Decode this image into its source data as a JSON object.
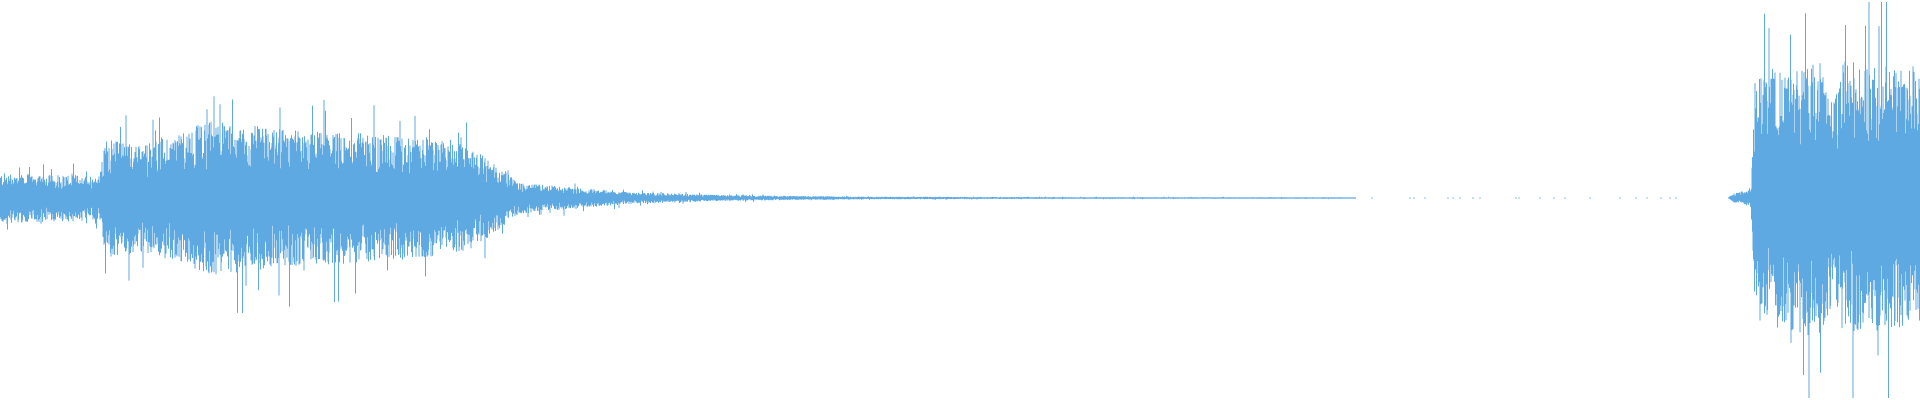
{
  "waveform": {
    "color": "#5ea9e2",
    "background": "#ffffff",
    "envelope": [
      {
        "t": 0.0,
        "amp": 0.11
      },
      {
        "t": 0.052,
        "amp": 0.1
      },
      {
        "t": 0.055,
        "amp": 0.26
      },
      {
        "t": 0.075,
        "amp": 0.24
      },
      {
        "t": 0.11,
        "amp": 0.34
      },
      {
        "t": 0.15,
        "amp": 0.3
      },
      {
        "t": 0.2,
        "amp": 0.28
      },
      {
        "t": 0.24,
        "amp": 0.24
      },
      {
        "t": 0.255,
        "amp": 0.17
      },
      {
        "t": 0.27,
        "amp": 0.07
      },
      {
        "t": 0.3,
        "amp": 0.045
      },
      {
        "t": 0.33,
        "amp": 0.025
      },
      {
        "t": 0.38,
        "amp": 0.012
      },
      {
        "t": 0.45,
        "amp": 0.006
      },
      {
        "t": 0.55,
        "amp": 0.004
      },
      {
        "t": 0.7,
        "amp": 0.003
      },
      {
        "t": 0.706,
        "amp": 0.0
      },
      {
        "t": 0.9,
        "amp": 0.0
      },
      {
        "t": 0.903,
        "amp": 0.02
      },
      {
        "t": 0.912,
        "amp": 0.04
      },
      {
        "t": 0.914,
        "amp": 0.55
      },
      {
        "t": 0.95,
        "amp": 0.62
      },
      {
        "t": 0.955,
        "amp": 0.42
      },
      {
        "t": 0.96,
        "amp": 0.6
      },
      {
        "t": 0.985,
        "amp": 0.58
      },
      {
        "t": 1.0,
        "amp": 0.55
      }
    ]
  }
}
